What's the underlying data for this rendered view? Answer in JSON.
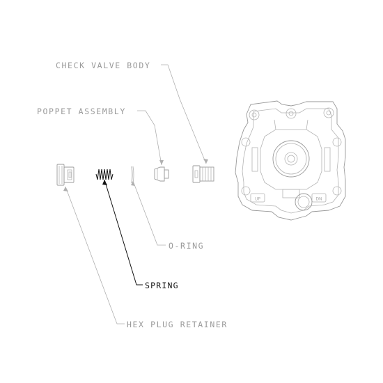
{
  "diagram": {
    "labels": {
      "check_valve_body": "CHECK VALVE BODY",
      "poppet_assembly": "POPPET ASSEMBLY",
      "o_ring": "O-RING",
      "spring": "SPRING",
      "hex_plug_retainer": "HEX PLUG RETAINER"
    },
    "body_markings": {
      "left": "UP",
      "right": "DN"
    }
  }
}
